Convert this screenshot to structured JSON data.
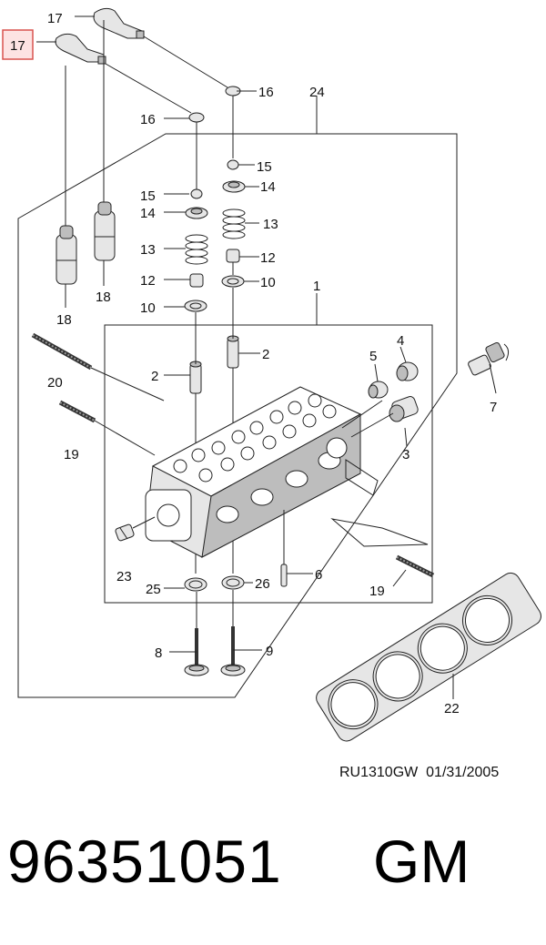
{
  "callouts": {
    "c1": "1",
    "c2a": "2",
    "c2b": "2",
    "c3": "3",
    "c4": "4",
    "c5": "5",
    "c6": "6",
    "c7": "7",
    "c8": "8",
    "c9": "9",
    "c10a": "10",
    "c10b": "10",
    "c12a": "12",
    "c12b": "12",
    "c13a": "13",
    "c13b": "13",
    "c14a": "14",
    "c14b": "14",
    "c15a": "15",
    "c15b": "15",
    "c16a": "16",
    "c16b": "16",
    "c17a": "17",
    "c17b": "17",
    "c18a": "18",
    "c18b": "18",
    "c19a": "19",
    "c19b": "19",
    "c20": "20",
    "c22": "22",
    "c23": "23",
    "c24": "24",
    "c25": "25",
    "c26": "26"
  },
  "highlight": {
    "color": "#d9534f",
    "fill": "#fde3e3"
  },
  "caption": "RU1310GW  01/31/2005",
  "part_number": "96351051",
  "brand": "GM"
}
